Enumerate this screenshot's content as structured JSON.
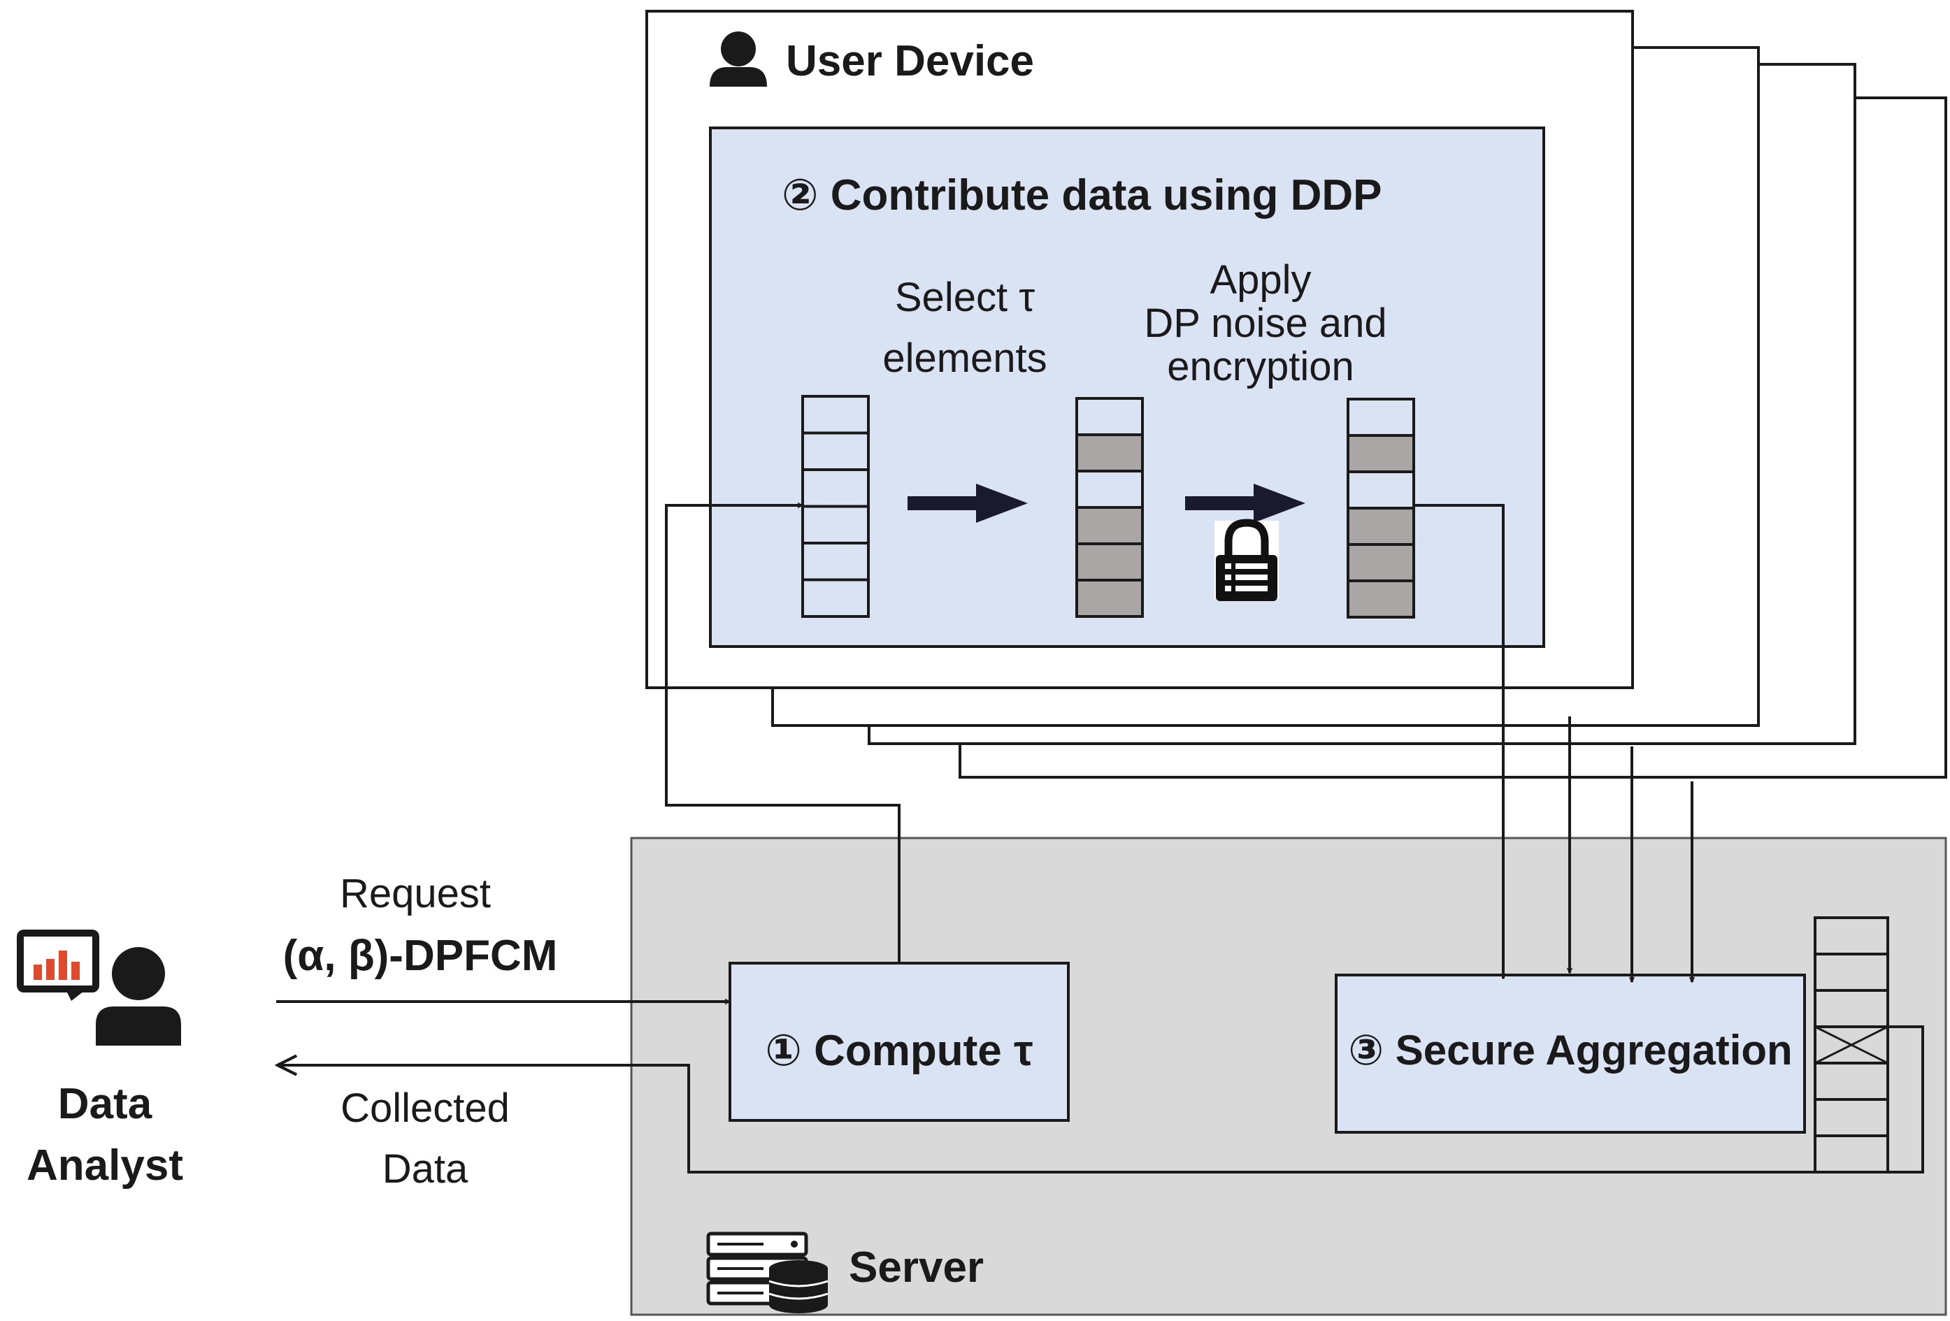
{
  "user_device": {
    "title": "User Device"
  },
  "contribute": {
    "title": "② Contribute data using DDP",
    "select_label": [
      "Select τ",
      "elements"
    ],
    "apply_label": [
      "Apply",
      "DP noise and",
      "encryption"
    ]
  },
  "server": {
    "title": "Server"
  },
  "compute": {
    "title": "① Compute τ"
  },
  "secure_aggregation": {
    "title": "③ Secure Aggregation"
  },
  "analyst": {
    "name": [
      "Data",
      "Analyst"
    ],
    "request_label": [
      "Request",
      "(α, β)-DPFCM"
    ],
    "collected_label": [
      "Collected",
      "Data"
    ]
  },
  "vectors": {
    "input_cells": [
      0,
      0,
      0,
      0,
      0,
      0
    ],
    "selected_cells": [
      0,
      1,
      0,
      1,
      1,
      1
    ],
    "encrypted_cells": [
      0,
      1,
      0,
      1,
      1,
      1
    ],
    "aggregate_cells": [
      0,
      0,
      0,
      2,
      0,
      0,
      0
    ]
  },
  "colors": {
    "panel_fill": "#dae3f3",
    "server_fill": "#d9d9d9",
    "cell_filled": "#aaa6a6",
    "stroke": "#1a1a1a",
    "chart_red": "#e04a2c"
  },
  "icons": {
    "user": "user-icon",
    "lock": "lock-icon",
    "server": "server-database-icon",
    "analyst": "analyst-dashboard-icon"
  }
}
